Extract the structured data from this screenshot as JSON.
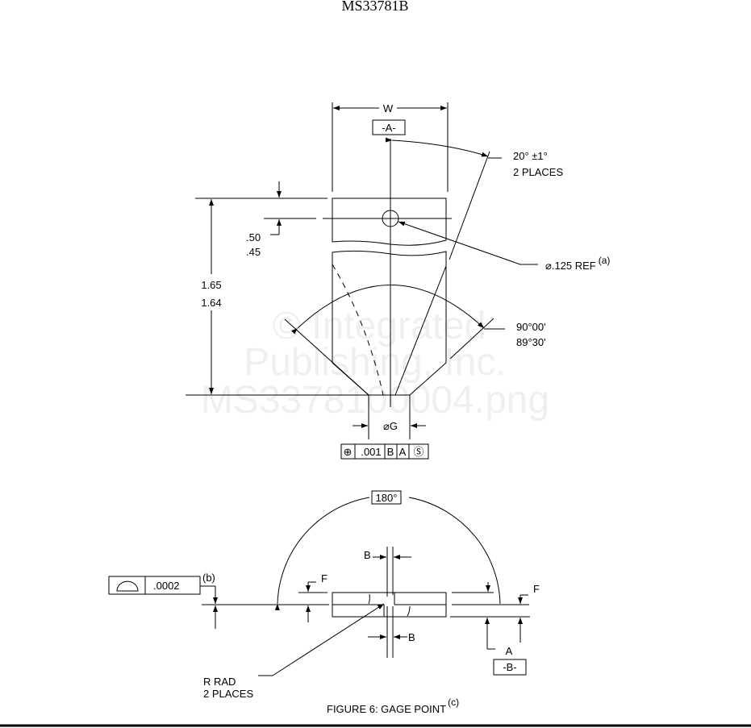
{
  "header": {
    "title": "MS33781B"
  },
  "top_view": {
    "width_label": "W",
    "datum_a": "-A-",
    "angle_label": "20° ±1°",
    "angle_places": "2 PLACES",
    "hole_label": "⌀.125 REF",
    "hole_note": "(a)",
    "offset_max": ".50",
    "offset_min": ".45",
    "height_max": "1.65",
    "height_min": "1.64",
    "included_angle_max": "90°00'",
    "included_angle_min": "89°30'",
    "diameter_label": "⌀G",
    "position_frame": {
      "symbol": "⊕",
      "tolerance": ".001",
      "datum1": "B",
      "datum2": "A",
      "modifier": "Ⓢ"
    }
  },
  "side_view": {
    "arc_label": "180°",
    "flat_label_left": "F",
    "flat_label_right": "F",
    "b_top": "B",
    "b_bottom": "B",
    "datum_ref": "A",
    "datum_b": "-B-",
    "radius_label": "R RAD",
    "radius_places": "2 PLACES",
    "profile_frame": {
      "symbol": "profile-of-surface",
      "tolerance": ".0002",
      "note": "(b)"
    }
  },
  "caption": {
    "text": "FIGURE 6:  GAGE POINT",
    "note": "(c)"
  },
  "watermark": [
    "© Integrated",
    "Publishing, Inc.",
    "MS3378100004.png"
  ]
}
